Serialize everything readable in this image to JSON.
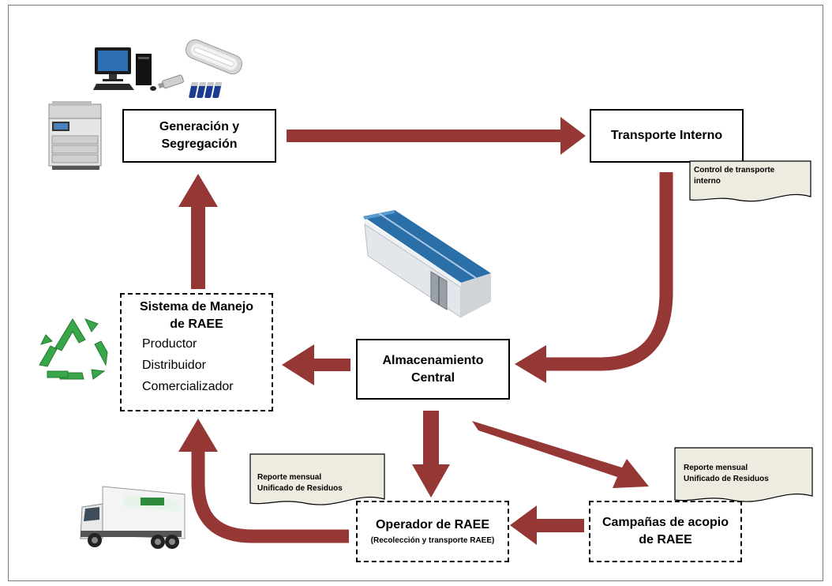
{
  "colors": {
    "arrow": "#953735",
    "doc_fill": "#eeece1",
    "roof": "#2a6fa8",
    "truck_green": "#2e8b3e"
  },
  "boxes": {
    "generacion": {
      "line1": "Generación y",
      "line2": "Segregación"
    },
    "transporte": {
      "title": "Transporte Interno"
    },
    "sistema": {
      "line1": "Sistema de Manejo",
      "line2": "de RAEE",
      "items": [
        "Productor",
        "Distribuidor",
        "Comercializador"
      ]
    },
    "almacenamiento": {
      "line1": "Almacenamiento",
      "line2": "Central"
    },
    "operador": {
      "title": "Operador de RAEE",
      "subtitle": "(Recolección y transporte RAEE)"
    },
    "campanas": {
      "line1": "Campañas de acopio",
      "line2": "de RAEE"
    }
  },
  "documents": {
    "control": {
      "line1": "Control de transporte",
      "line2": "interno"
    },
    "reporte_left": {
      "line1": "Reporte mensual",
      "line2": "Unificado de Residuos"
    },
    "reporte_right": {
      "line1": "Reporte mensual",
      "line2": "Unificado de Residuos"
    }
  },
  "icons": {
    "computer": "computer-icon",
    "lamp": "fluorescent-lamp-icon",
    "usb": "usb-drive-icon",
    "batteries": "batteries-icon",
    "copier": "copier-icon",
    "warehouse": "warehouse-icon",
    "recycle": "recycle-icon",
    "truck": "truck-icon"
  }
}
